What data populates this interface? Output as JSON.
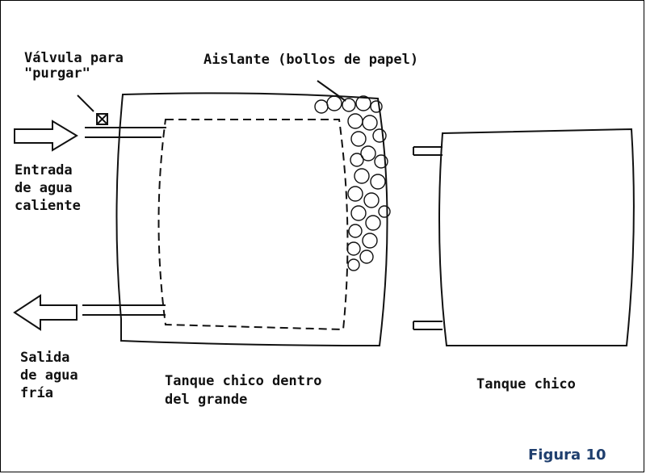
{
  "labels": {
    "valve_line1": "Válvula para",
    "valve_line2": "\"purgar\"",
    "insulation": "Aislante (bollos de papel)",
    "inlet_line1": "Entrada",
    "inlet_line2": "de agua",
    "inlet_line3": "caliente",
    "outlet_line1": "Salida",
    "outlet_line2": "de agua",
    "outlet_line3": "fría",
    "combined_line1": "Tanque chico dentro",
    "combined_line2": "del grande",
    "small_tank": "Tanque chico",
    "figure": "Figura 10"
  },
  "colors": {
    "ink": "#111111",
    "figure_label": "#1f3f6e"
  }
}
